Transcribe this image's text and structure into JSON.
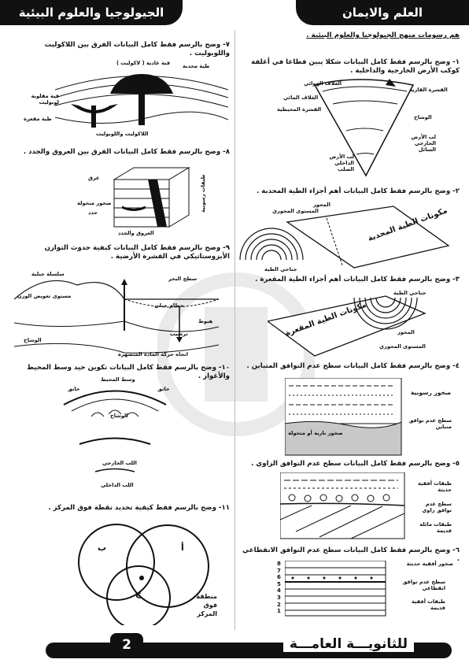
{
  "header": {
    "left_title": "الجيولوجيا والعلوم البيئية",
    "right_title": "العلم والايمان"
  },
  "intro": "هم رسومات منهج الجيولوجيا والعلوم البيئية .",
  "questions": [
    {
      "id": "q1",
      "text": "١- وضح بالرسم فقط كامل البيانات شكلا يبين قطاعا في أغلفة كوكب الأرض الخارجية والداخلية .",
      "labels": [
        "القشرة القارية",
        "الغلاف الهوائي",
        "الغلاف المائي",
        "القشرة المحيطية",
        "الوشاح",
        "لب الأرض الخارجي السائل",
        "لب الأرض الداخلي الصلب"
      ]
    },
    {
      "id": "q2",
      "text": "٢- وضح بالرسم فقط كامل البيانات أهم أجزاء الطية المحدبة .",
      "labels": [
        "المستوى المحوري",
        "المحور",
        "مكونات الطية المحدبة",
        "جناحي الطية"
      ]
    },
    {
      "id": "q3",
      "text": "٣- وضح بالرسم فقط كامل البيانات أهم أجزاء الطية المقعرة .",
      "labels": [
        "جناحي الطية",
        "مكونات الطية المقعرة",
        "المحور",
        "المستوى المحوري"
      ]
    },
    {
      "id": "q4",
      "text": "٤- وضح بالرسم فقط كامل البيانات سطح عدم التوافق المتباين .",
      "labels": [
        "صخور رسوبية",
        "سطح عدم توافق متباين",
        "صخور نارية أو متحولة"
      ]
    },
    {
      "id": "q5",
      "text": "٥- وضح بالرسم فقط كامل البيانات سطح عدم التوافق الزاوي .",
      "labels": [
        "طبقات أفقية حديثة",
        "سطح عدم توافق زاوي",
        "طبقات مائلة قديمة"
      ]
    },
    {
      "id": "q6",
      "text": "٦- وضح بالرسم فقط كامل البيانات سطح عدم التوافق الانقطاعي .",
      "labels": [
        "صخور أفقية حديثة",
        "سطح عدم توافق انقطاعي",
        "طبقات أفقية قديمة"
      ],
      "layer_numbers": [
        "8",
        "7",
        "6",
        "5",
        "4",
        "3",
        "2",
        "1"
      ]
    },
    {
      "id": "q7",
      "text": "٧- وضح بالرسم فقط كامل البيانات الفرق بين اللاكوليت واللوبوليت .",
      "labels": [
        "قبة عادية ( لاكوليت )",
        "طية محدبة",
        "قبة مقلوبة لوبوليت",
        "طية مقعرة",
        "اللاكوليت واللوبوليت"
      ]
    },
    {
      "id": "q8",
      "text": "٨- وضح بالرسم فقط كامل البيانات الفرق بين العروق والجدد .",
      "labels": [
        "عرق",
        "صخور متحولة",
        "جدد",
        "طبقات رسوبية",
        "العروق والجدد"
      ]
    },
    {
      "id": "q9",
      "text": "٩- وضح بالرسم فقط كامل البيانات كيفية حدوث التوازن الأيزوستاتيكي في القشرة الأرضية .",
      "labels": [
        "سلسلة جبلية",
        "سطح البحر",
        "مستوى تعويض الوزن",
        "حطام جبلي",
        "ترسيب",
        "الوشاح",
        "اتجاه حركة المادة المنصهرة",
        "هبوط"
      ]
    },
    {
      "id": "q10",
      "text": "١٠- وضح بالرسم فقط كامل البيانات تكوين حيد وسط المحيط والأغوار .",
      "labels": [
        "وسط المحيط",
        "خانق",
        "خانق",
        "اللب الخارجي",
        "اللب الداخلي",
        "الوشاح"
      ]
    },
    {
      "id": "q11",
      "text": "١١- وضح بالرسم فقط كيفية تحديد نقطة فوق المركز .",
      "labels": [
        "ب",
        "أ",
        "ج",
        "منطقة فوق المركز"
      ]
    }
  ],
  "footer": {
    "title": "للثانويـــة العامـــة",
    "page": "2"
  },
  "colors": {
    "black": "#111111",
    "rock_gray": "#c8c8c8",
    "white": "#ffffff"
  }
}
